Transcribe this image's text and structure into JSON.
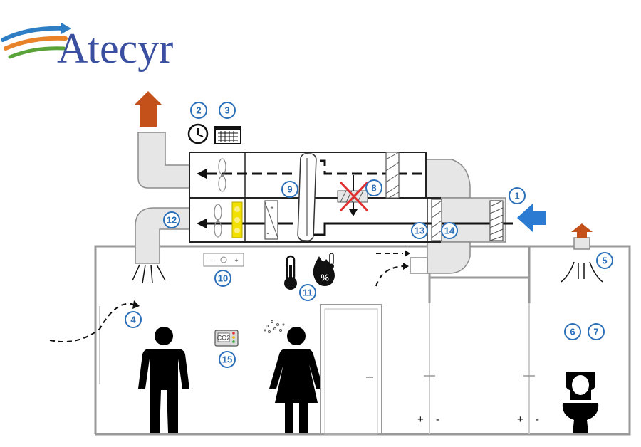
{
  "logo": {
    "text": "Atecyr",
    "colors": {
      "text": "#3b4fa0",
      "swoosh_blue": "#2f7ec4",
      "swoosh_orange": "#e8832a",
      "swoosh_green": "#5aa33b"
    }
  },
  "labels": {
    "n1": "1",
    "n2": "2",
    "n3": "3",
    "n4": "4",
    "n5": "5",
    "n6": "6",
    "n7": "7",
    "n8": "8",
    "n9": "9",
    "n10": "10",
    "n11": "11",
    "n12": "12",
    "n13": "13",
    "n14": "14",
    "n15": "15"
  },
  "controls": {
    "panel_minus": "-",
    "panel_plus": "+",
    "co2_label": "CO2",
    "humidity_symbol": "%",
    "door2_plus": "+",
    "door2_minus": "-",
    "door3_plus": "+",
    "door3_minus": "-"
  },
  "colors": {
    "number_blue": "#2a6fb8",
    "exhaust_arrow": "#c4501a",
    "outdoor_arrow": "#2a7bd1",
    "bypass_x": "#e03030",
    "filter_yellow": "#f2e100",
    "wall": "#999999",
    "duct": "#e6e6e6"
  },
  "icons": [
    "clock-icon",
    "calendar-icon",
    "thermometer-icon",
    "humidity-icon",
    "man-icon",
    "woman-icon",
    "toilet-icon",
    "fan-icon",
    "co2-sensor-icon",
    "control-panel-icon"
  ]
}
